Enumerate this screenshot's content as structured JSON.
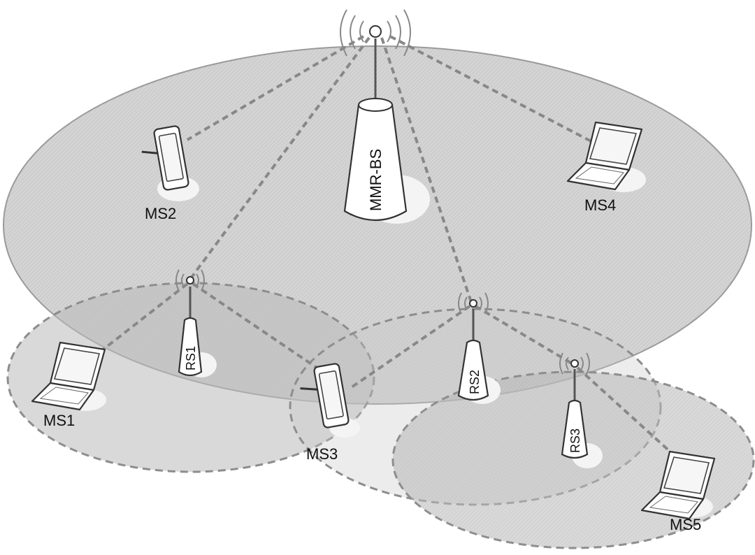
{
  "base_station": {
    "label": "MMR-BS"
  },
  "relay_stations": [
    {
      "label": "RS1"
    },
    {
      "label": "RS2"
    },
    {
      "label": "RS3"
    }
  ],
  "mobile_stations": [
    {
      "label": "MS1",
      "device": "laptop-icon"
    },
    {
      "label": "MS2",
      "device": "pda-icon"
    },
    {
      "label": "MS3",
      "device": "pda-icon"
    },
    {
      "label": "MS4",
      "device": "laptop-icon"
    },
    {
      "label": "MS5",
      "device": "laptop-icon"
    }
  ],
  "links": [
    [
      "MMR-BS",
      "MS2"
    ],
    [
      "MMR-BS",
      "MS4"
    ],
    [
      "MMR-BS",
      "RS1"
    ],
    [
      "MMR-BS",
      "RS2"
    ],
    [
      "RS1",
      "MS1"
    ],
    [
      "RS1",
      "MS3"
    ],
    [
      "RS2",
      "MS3"
    ],
    [
      "RS2",
      "RS3"
    ],
    [
      "RS3",
      "MS5"
    ]
  ],
  "colors": {
    "cell": "#d4d4d4",
    "relay_cell": "#b9b9b9",
    "link": "#888888"
  }
}
